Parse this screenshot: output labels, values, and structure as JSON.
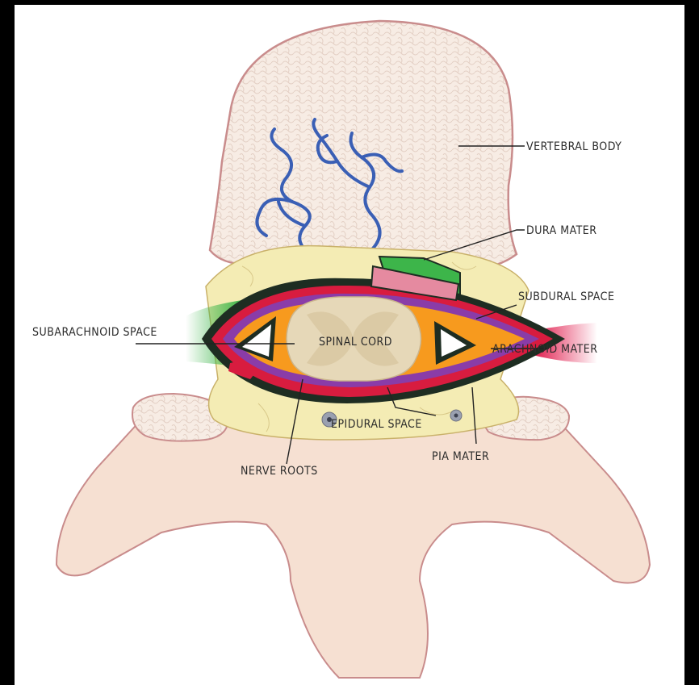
{
  "labels": {
    "vertebral_body": "VERTEBRAL BODY",
    "dura_mater": "DURA MATER",
    "subdural_space": "SUBDURAL SPACE",
    "arachnoid_mater": "ARACHNOID MATER",
    "subarachnoid_space": "SUBARACHNOID SPACE",
    "spinal_cord": "SPINAL CORD",
    "epidural_space": "EPIDURAL SPACE",
    "pia_mater": "PIA MATER",
    "nerve_roots": "NERVE ROOTS"
  },
  "colors": {
    "bone": "#f6e3d6",
    "bone_outline": "#c98c8c",
    "fat": "#f4ecb4",
    "dura": "#d81c3f",
    "arachnoid": "#8a3ca8",
    "csf_space": "#f79a1e",
    "subarachnoid_green": "#3db54a",
    "cord_grey": "#e6d8b8",
    "vessels": "#3a5fb5"
  }
}
